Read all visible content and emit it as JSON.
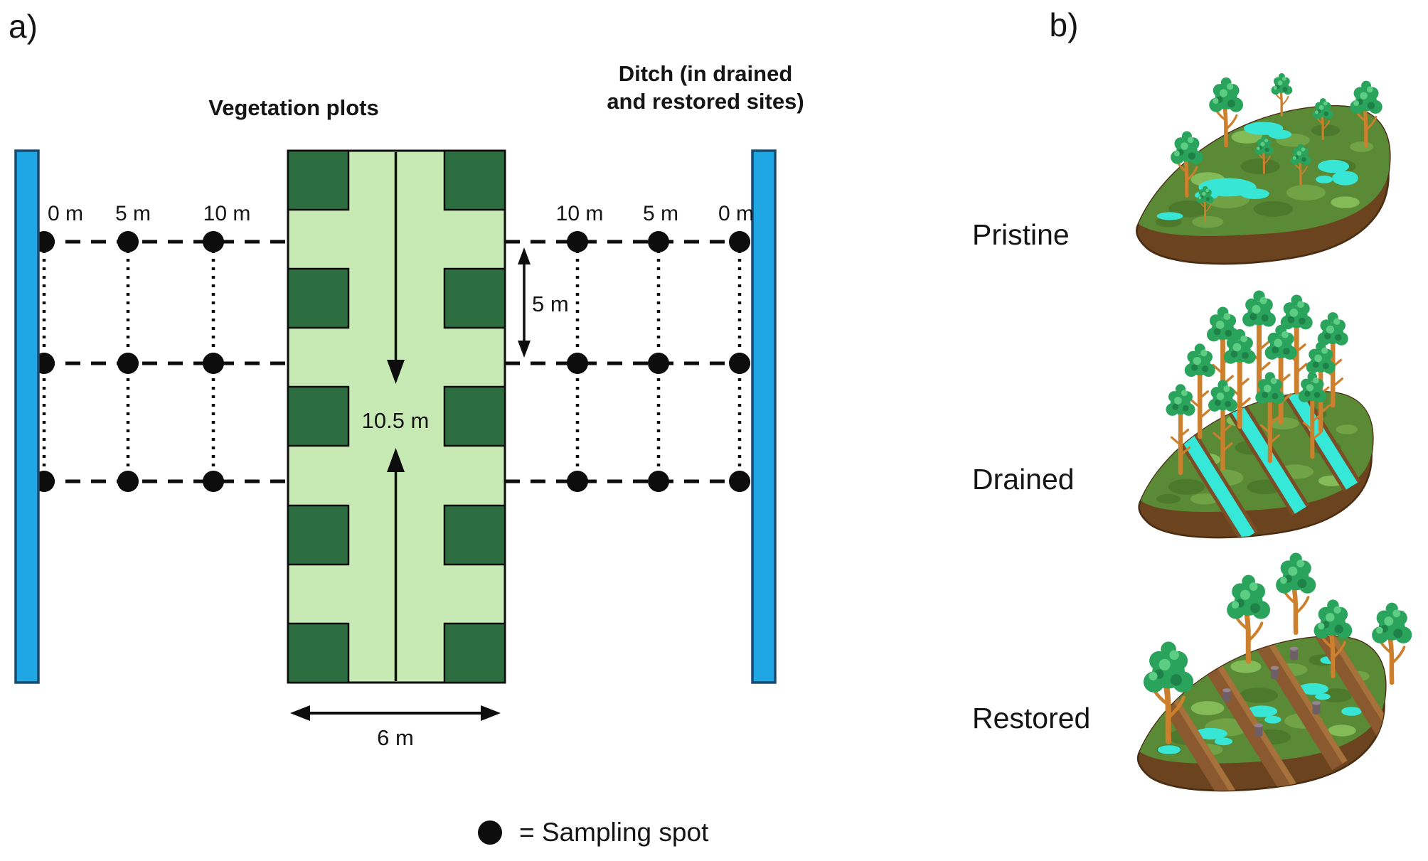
{
  "figure": {
    "panel_a": {
      "label": "a)",
      "vegetation_plots_title": "Vegetation plots",
      "ditch_label": {
        "line1": "Ditch (in drained",
        "line2": "and restored sites)"
      },
      "left_transect": {
        "labels": [
          "0 m",
          "5 m",
          "10 m"
        ]
      },
      "right_transect": {
        "labels": [
          "10 m",
          "5 m",
          "0 m"
        ]
      },
      "measurements": {
        "plot_length": "10.5 m",
        "plot_width": "6 m",
        "spot_spacing": "5 m"
      },
      "legend": {
        "text": "= Sampling spot"
      }
    },
    "panel_b": {
      "label": "b)",
      "sites": [
        {
          "name": "Pristine"
        },
        {
          "name": "Drained"
        },
        {
          "name": "Restored"
        }
      ]
    },
    "colors": {
      "ditch_fill": "#1ea7e4",
      "ditch_border": "#1a4a6e",
      "plot_light_green": "#c7e9b4",
      "plot_dark_green": "#2d6e41",
      "line_black": "#0d0d0d",
      "pool_cyan": "#38e6d6",
      "soil_brown": "#6b431f",
      "moss_green": "#5a8a35",
      "tree_crown": "#2aa35d",
      "tree_trunk": "#cc7f2c"
    }
  }
}
